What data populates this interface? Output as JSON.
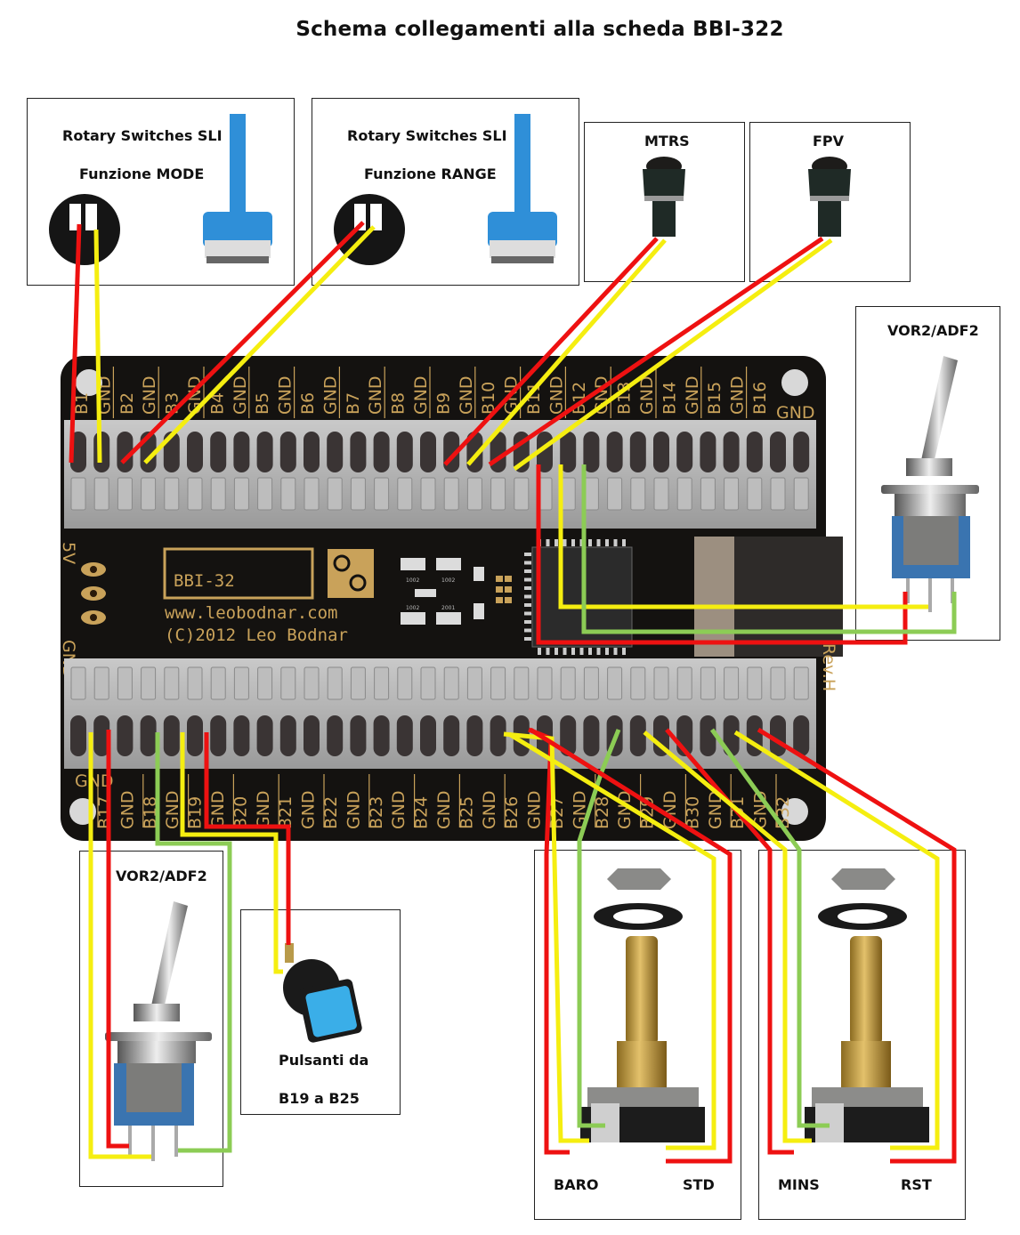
{
  "title": "Schema collegamenti alla scheda BBI-322",
  "components": {
    "rotary_mode": {
      "line1": "Rotary Switches SLI",
      "line2": "Funzione MODE"
    },
    "rotary_range": {
      "line1": "Rotary Switches SLI",
      "line2": "Funzione RANGE"
    },
    "mtrs": {
      "label": "MTRS"
    },
    "fpv": {
      "label": "FPV"
    },
    "toggle_top": {
      "label": "VOR2/ADF2"
    },
    "toggle_bottom": {
      "label": "VOR2/ADF2"
    },
    "pushbuttons": {
      "line1": "Pulsanti da",
      "line2": "B19 a B25"
    },
    "encoder_left": {
      "left_label": "BARO",
      "right_label": "STD"
    },
    "encoder_right": {
      "left_label": "MINS",
      "right_label": "RST"
    }
  },
  "board": {
    "name": "BBI-32",
    "url": "www.leobodnar.com",
    "copyright": "(C)2012 Leo Bodnar",
    "rev": "Rev.H",
    "top_pins": [
      "B1",
      "GND",
      "B2",
      "GND",
      "B3",
      "GND",
      "B4",
      "GND",
      "B5",
      "GND",
      "B6",
      "GND",
      "B7",
      "GND",
      "B8",
      "GND",
      "B9",
      "GND",
      "B10",
      "GND",
      "B11",
      "GND",
      "B12",
      "GND",
      "B13",
      "GND",
      "B14",
      "GND",
      "B15",
      "GND",
      "B16"
    ],
    "top_corner_label": "GND",
    "bottom_corner_label": "GND",
    "bottom_pins": [
      "B17",
      "GND",
      "B18",
      "GND",
      "B19",
      "GND",
      "B20",
      "GND",
      "B21",
      "GND",
      "B22",
      "GND",
      "B23",
      "GND",
      "B24",
      "GND",
      "B25",
      "GND",
      "B26",
      "GND",
      "B27",
      "GND",
      "B28",
      "GND",
      "B29",
      "GND",
      "B30",
      "GND",
      "B31",
      "GND",
      "B32"
    ],
    "side_labels": [
      "5V",
      "GND"
    ],
    "chip_markings": [
      "1002",
      "1002",
      "1002",
      "2001"
    ]
  },
  "wire_colors": {
    "red": "#ee1111",
    "yellow": "#f5ee10",
    "green": "#8ccc55"
  }
}
